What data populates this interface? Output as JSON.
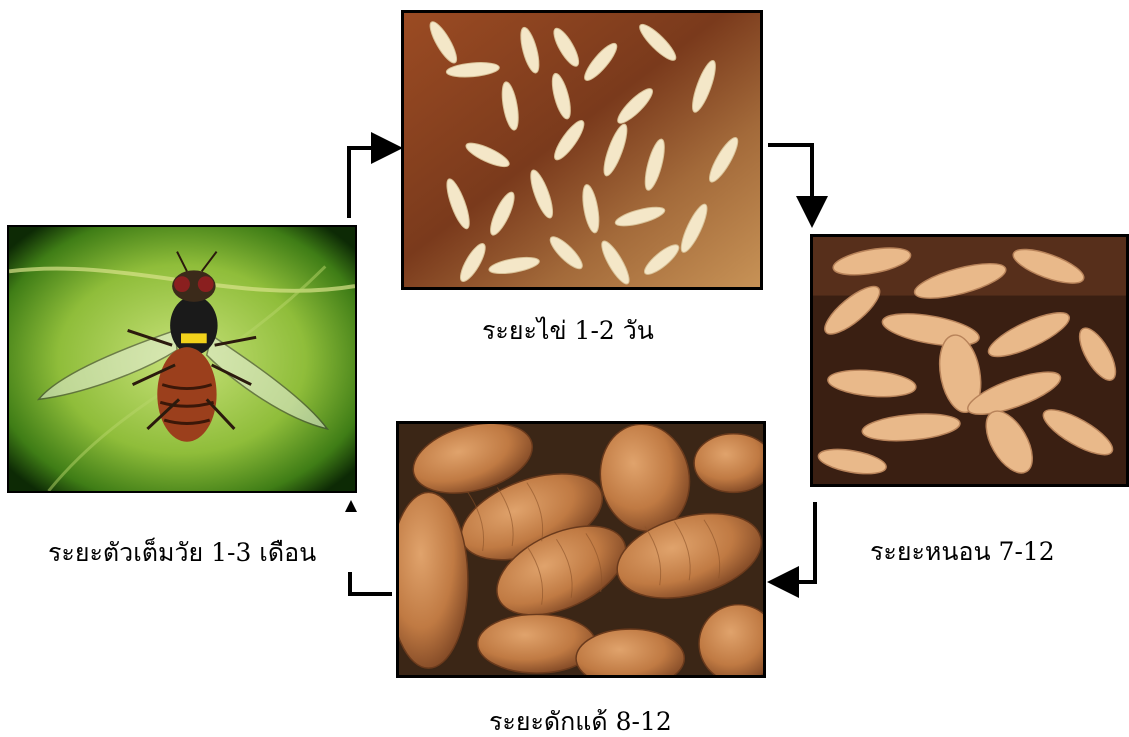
{
  "stages": {
    "egg": {
      "caption": "ระยะไข่ 1-2 วัน"
    },
    "adult": {
      "caption": "ระยะตัวเต็มวัย 1-3 เดือน"
    },
    "larva": {
      "caption": "ระยะหนอน 7-12"
    },
    "pupa": {
      "caption": "ระยะดักแด้ 8-12"
    }
  },
  "colors": {
    "arrow": "#000000",
    "egg_background": "#8a4a26",
    "egg_shell": "#f4e7c8",
    "adult_leaf": "#9bc23a",
    "adult_glow": "#2f6b12",
    "larva_background": "#3a1f12",
    "larva_body": "#e9b98a",
    "pupa_background": "#3b2616",
    "pupa_body": "#c97d45"
  },
  "icons": {
    "adult": "fruit-fly-photo",
    "egg": "fly-eggs-photo",
    "larva": "maggots-photo",
    "pupa": "pupae-photo"
  }
}
